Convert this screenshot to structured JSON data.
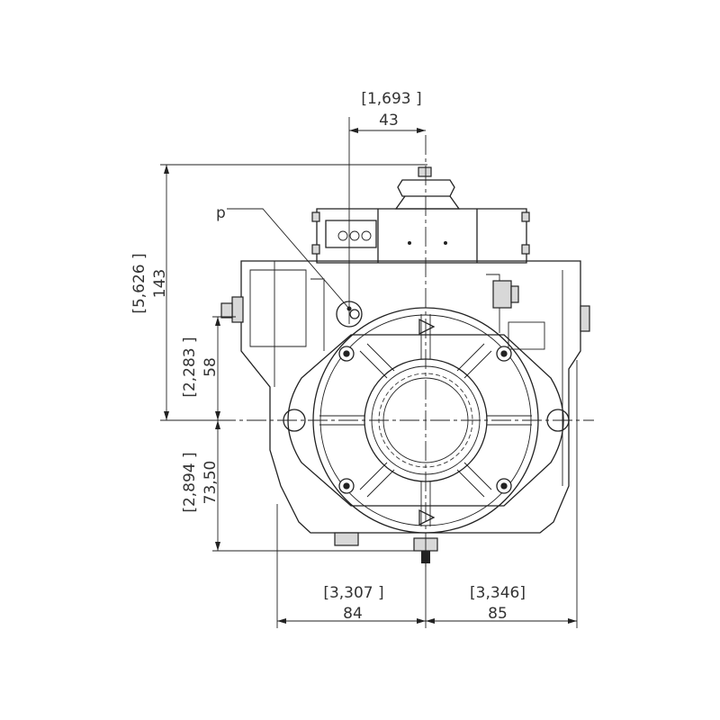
{
  "drawing": {
    "label_p": "p",
    "dimensions": {
      "top_offset": {
        "inch": "[1,693 ]",
        "mm": "43"
      },
      "total_height": {
        "inch": "[5,626 ]",
        "mm": "143"
      },
      "upper_port_height": {
        "inch": "[2,283 ]",
        "mm": "58"
      },
      "lower_height": {
        "inch": "[2,894 ]",
        "mm": "73,50"
      },
      "left_width": {
        "inch": "[3,307 ]",
        "mm": "84"
      },
      "right_width": {
        "inch": "[3,346]",
        "mm": "85"
      }
    }
  }
}
